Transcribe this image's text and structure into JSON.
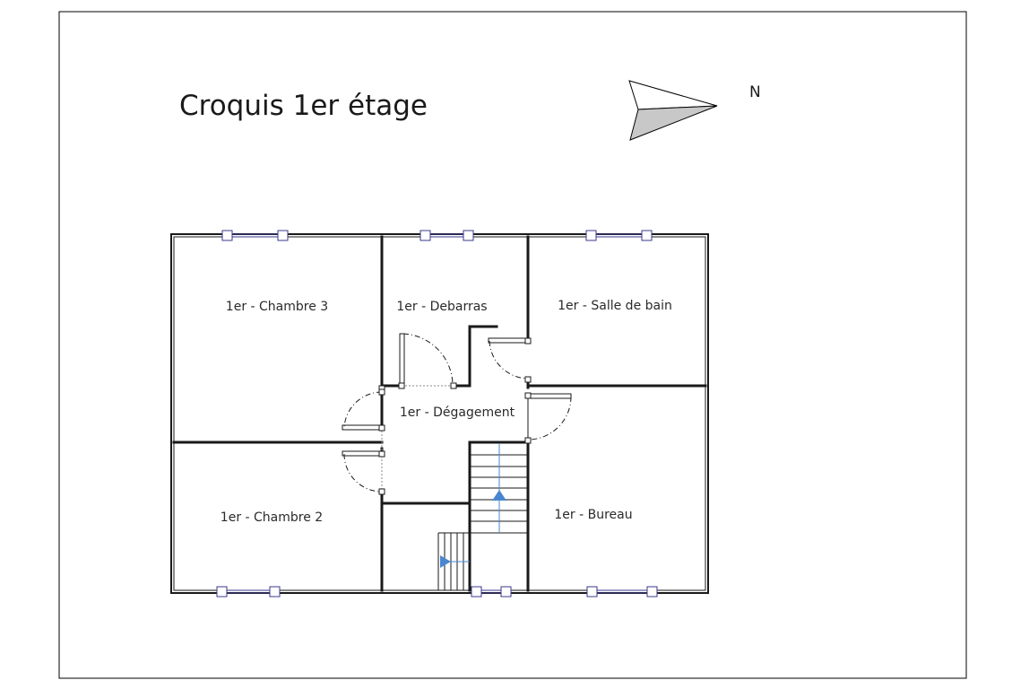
{
  "sheet": {
    "title": "Croquis 1er étage",
    "north_label": "N"
  },
  "rooms": [
    {
      "label": "1er - Chambre 3"
    },
    {
      "label": "1er - Debarras"
    },
    {
      "label": "1er - Salle de bain"
    },
    {
      "label": "1er - Dégagement"
    },
    {
      "label": "1er - Chambre 2"
    },
    {
      "label": "1er - Bureau"
    }
  ],
  "colors": {
    "wall": "#1a1a1a",
    "window": "#3a3a8c",
    "stair_arrow": "#4a86d0",
    "north_fill": "#c8c8c8"
  }
}
